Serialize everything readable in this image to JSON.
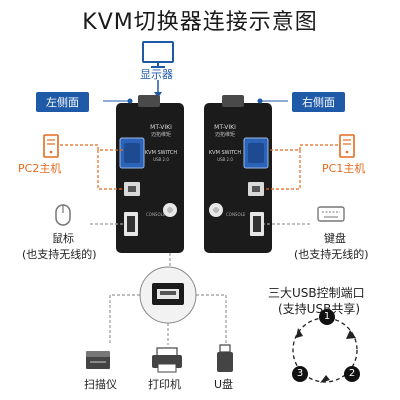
{
  "title": "KVM切换器连接示意图",
  "labels": {
    "monitor": "显示器",
    "left_side": "左侧面",
    "right_side": "右侧面",
    "pc2": "PC2主机",
    "pc1": "PC1主机",
    "mouse": "鼠标",
    "mouse_note": "(也支持无线的)",
    "keyboard": "键盘",
    "keyboard_note": "(也支持无线的)",
    "usb_ports": "三大USB控制端口",
    "usb_share": "(支持USB共享)",
    "scanner": "扫描仪",
    "printer": "打印机",
    "udisk": "U盘"
  },
  "device": {
    "brand": "MT-VIKI",
    "brand_sub": "迈拓维矩",
    "model": "KVM SWITCH",
    "version": "USB 2.0",
    "port_label": "CONSOLE"
  },
  "cycle": [
    "1",
    "2",
    "3"
  ],
  "colors": {
    "blue": "#1e5aa8",
    "orange": "#e46a1e",
    "device_dark": "#1b1b1b",
    "vga_blue": "#2b63b8"
  }
}
